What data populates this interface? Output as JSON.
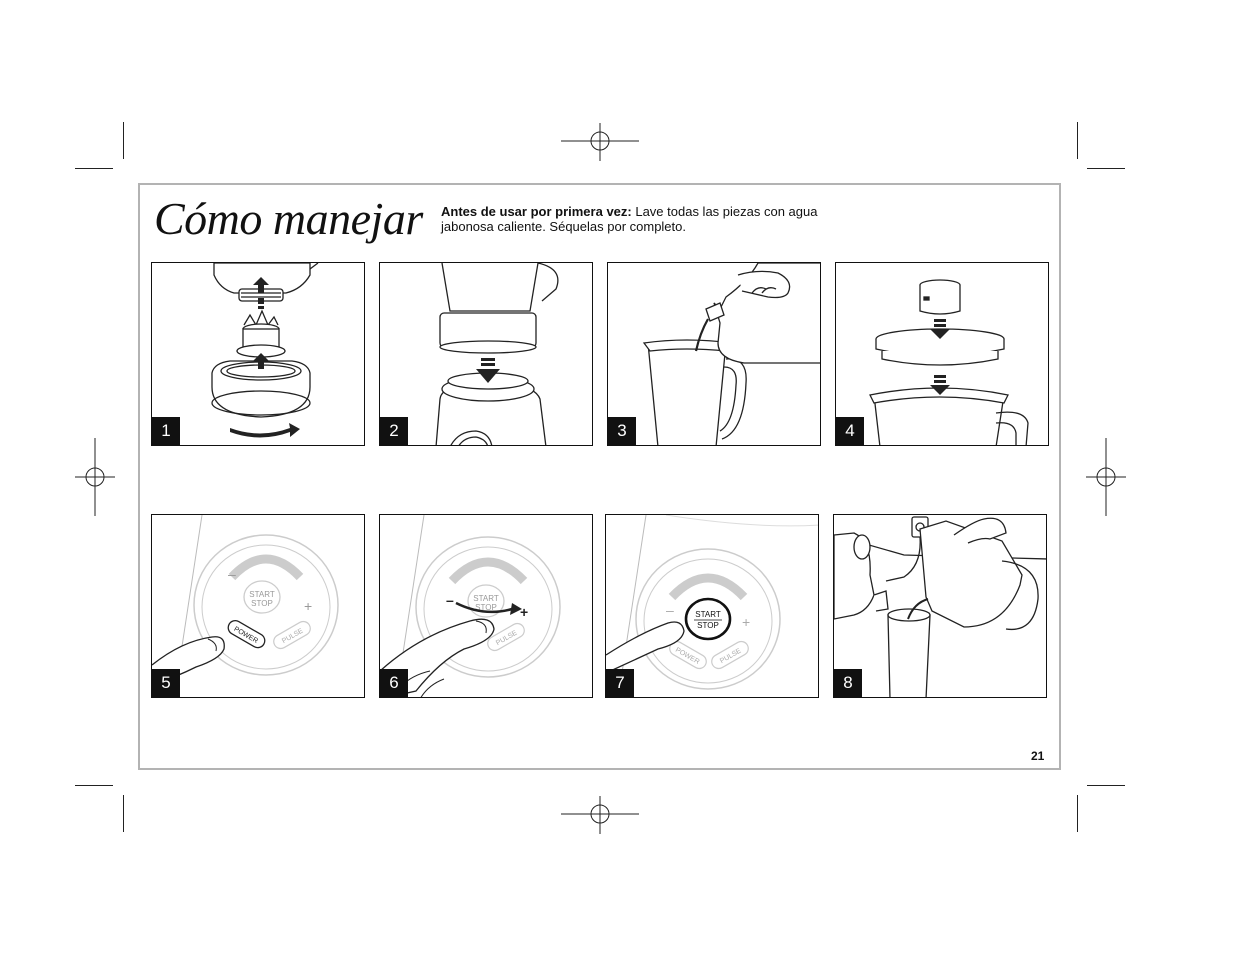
{
  "header": {
    "title": "Cómo manejar",
    "intro_bold": "Antes de usar por primera vez:",
    "intro_text": " Lave todas las piezas con agua jabonosa caliente. Séquelas por completo."
  },
  "steps": [
    {
      "number": "1"
    },
    {
      "number": "2"
    },
    {
      "number": "3"
    },
    {
      "number": "4"
    },
    {
      "number": "5"
    },
    {
      "number": "6"
    },
    {
      "number": "7"
    },
    {
      "number": "8"
    }
  ],
  "control_labels": {
    "start": "START",
    "stop": "STOP",
    "power": "POWER",
    "pulse": "PULSE",
    "minus": "–",
    "plus": "+"
  },
  "page_number": "21"
}
